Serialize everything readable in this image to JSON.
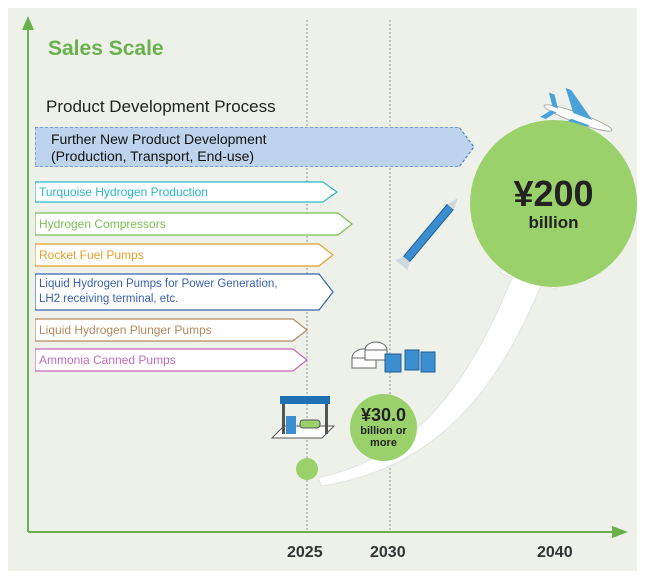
{
  "title": "Sales Scale",
  "subtitle": "Product Development Process",
  "big_arrow": {
    "line1": "Further New Product Development",
    "line2": "(Production, Transport, End-use)"
  },
  "products": [
    {
      "label": "Turquoise Hydrogen Production",
      "color": "#2bb6c4"
    },
    {
      "label": "Hydrogen Compressors",
      "color": "#7cbf52"
    },
    {
      "label": "Rocket Fuel Pumps",
      "color": "#e3a12c"
    },
    {
      "label1": "Liquid Hydrogen Pumps for Power Generation,",
      "label2": "LH2 receiving terminal, etc.",
      "color": "#3a62ac"
    },
    {
      "label": "Liquid Hydrogen Plunger Pumps",
      "color": "#b48a5e"
    },
    {
      "label": "Ammonia Canned Pumps",
      "color": "#c46bb8"
    }
  ],
  "years": [
    "2025",
    "2030",
    "2040"
  ],
  "sales": {
    "y2040": {
      "amount": "¥200",
      "unit": "billion"
    },
    "y2030": {
      "amount": "¥30.0",
      "unit1": "billion or",
      "unit2": "more"
    }
  },
  "colors": {
    "accent_green": "#9ad16a",
    "axis": "#6ab04c",
    "panel": "#edf1ea"
  }
}
